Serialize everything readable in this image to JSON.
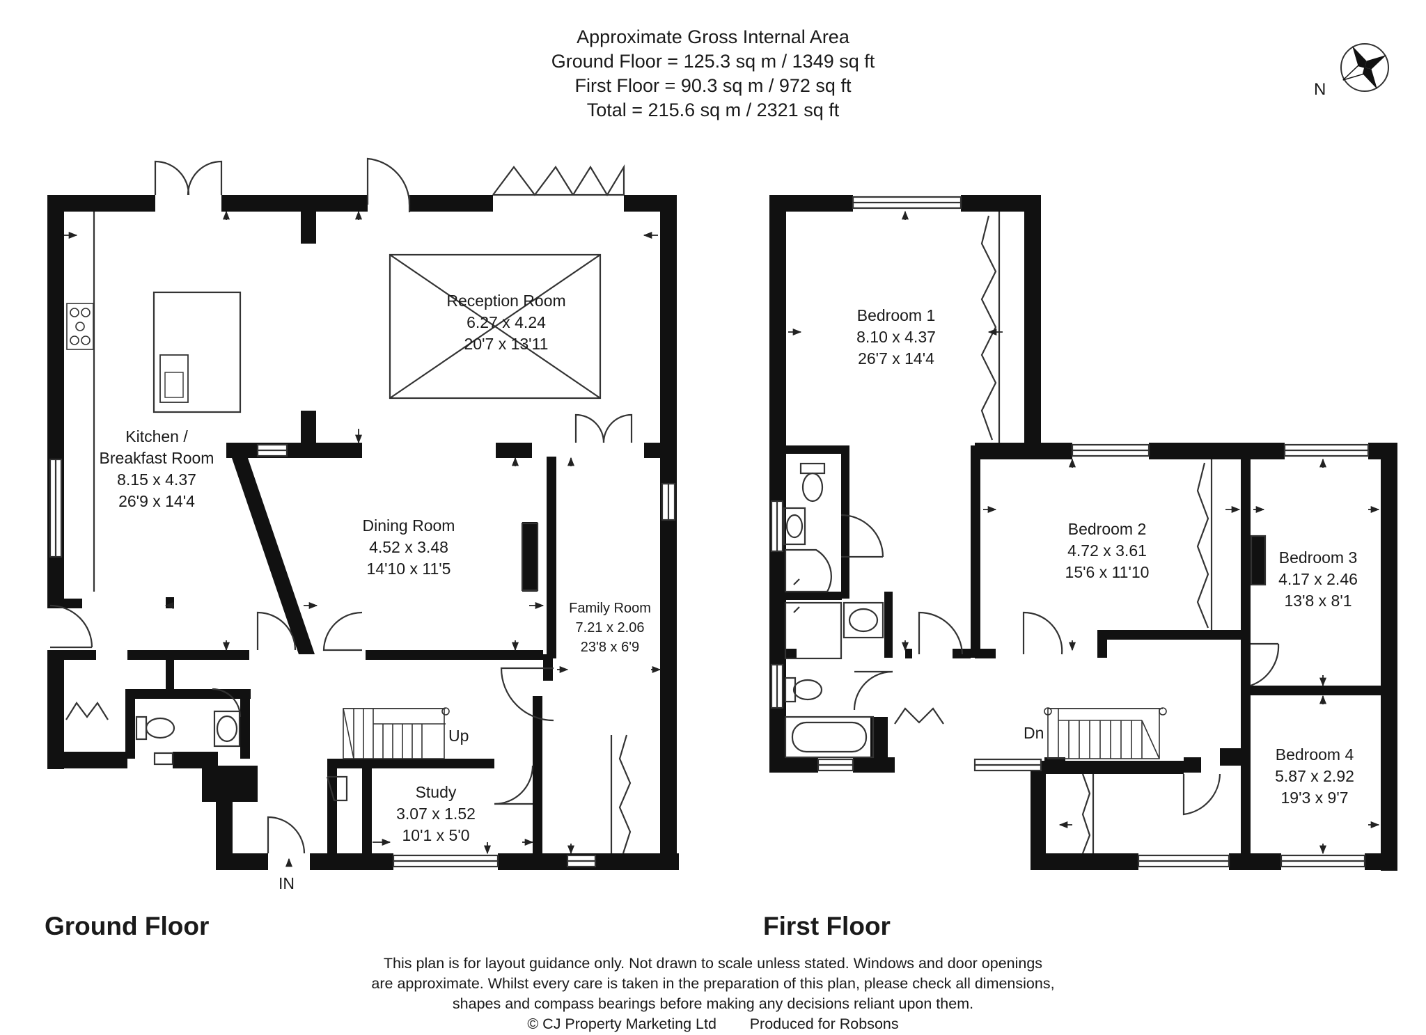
{
  "header": {
    "line1": "Approximate Gross Internal Area",
    "line2": "Ground Floor = 125.3 sq m / 1349 sq ft",
    "line3": "First Floor = 90.3 sq m / 972 sq ft",
    "line4": "Total = 215.6 sq m / 2321 sq ft"
  },
  "compass": {
    "north_label": "N"
  },
  "ground_floor": {
    "title": "Ground Floor",
    "rooms": [
      {
        "name": "Reception Room",
        "metric": "6.27 x 4.24",
        "imperial": "20'7 x 13'11"
      },
      {
        "name": "Kitchen /",
        "name2": "Breakfast Room",
        "metric": "8.15 x 4.37",
        "imperial": "26'9 x 14'4"
      },
      {
        "name": "Dining Room",
        "metric": "4.52 x 3.48",
        "imperial": "14'10 x 11'5"
      },
      {
        "name": "Family Room",
        "metric": "7.21 x 2.06",
        "imperial": "23'8 x 6'9"
      },
      {
        "name": "Study",
        "metric": "3.07 x 1.52",
        "imperial": "10'1 x 5'0"
      }
    ],
    "stairs_label": "Up",
    "entrance_label": "IN"
  },
  "first_floor": {
    "title": "First Floor",
    "rooms": [
      {
        "name": "Bedroom 1",
        "metric": "8.10 x 4.37",
        "imperial": "26'7 x 14'4"
      },
      {
        "name": "Bedroom 2",
        "metric": "4.72 x 3.61",
        "imperial": "15'6 x 11'10"
      },
      {
        "name": "Bedroom 3",
        "metric": "4.17 x 2.46",
        "imperial": "13'8 x 8'1"
      },
      {
        "name": "Bedroom 4",
        "metric": "5.87 x 2.92",
        "imperial": "19'3 x 9'7"
      }
    ],
    "stairs_label": "Dn"
  },
  "disclaimer": {
    "line1": "This plan is for layout guidance only. Not drawn to scale unless stated. Windows and door openings",
    "line2": "are approximate. Whilst every care is taken in the preparation of this plan, please check all dimensions,",
    "line3": "shapes and compass bearings before making any decisions reliant upon them.",
    "line4": "© CJ Property Marketing Ltd        Produced for Robsons"
  },
  "colors": {
    "wall": "#111111",
    "line": "#333333",
    "background": "#ffffff"
  }
}
